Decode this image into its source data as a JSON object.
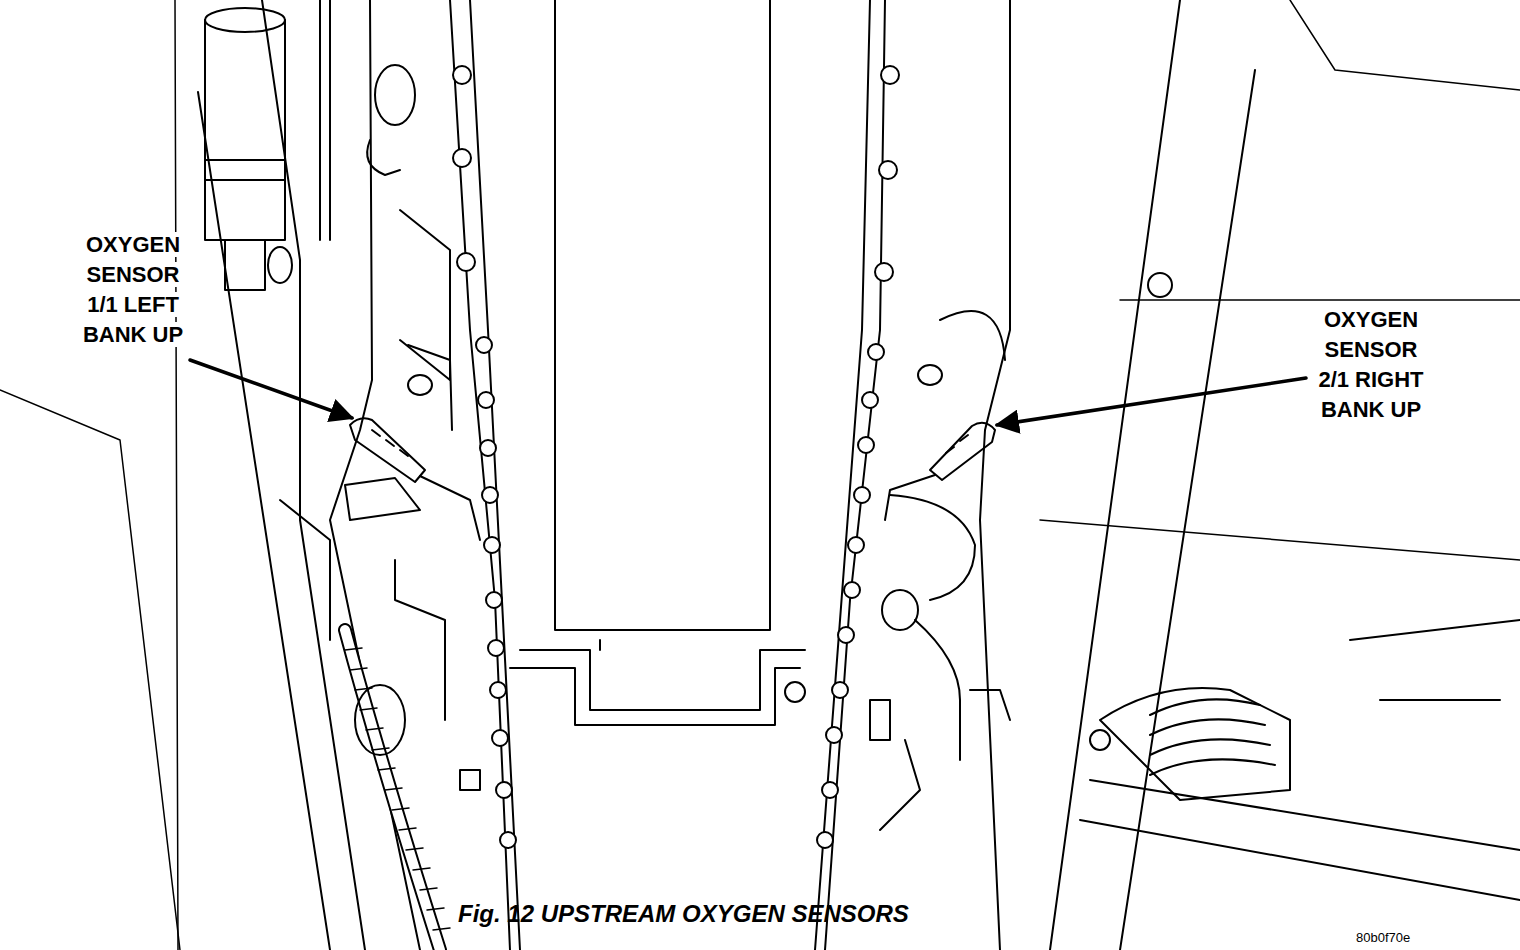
{
  "diagram": {
    "caption": "Fig. 12 UPSTREAM OXYGEN SENSORS",
    "labels": [
      "OXYGEN SENSOR 1/1 LEFT BANK UP",
      "OXYGEN SENSOR 2/1 RIGHT BANK UP",
      "80b0f70e"
    ]
  }
}
